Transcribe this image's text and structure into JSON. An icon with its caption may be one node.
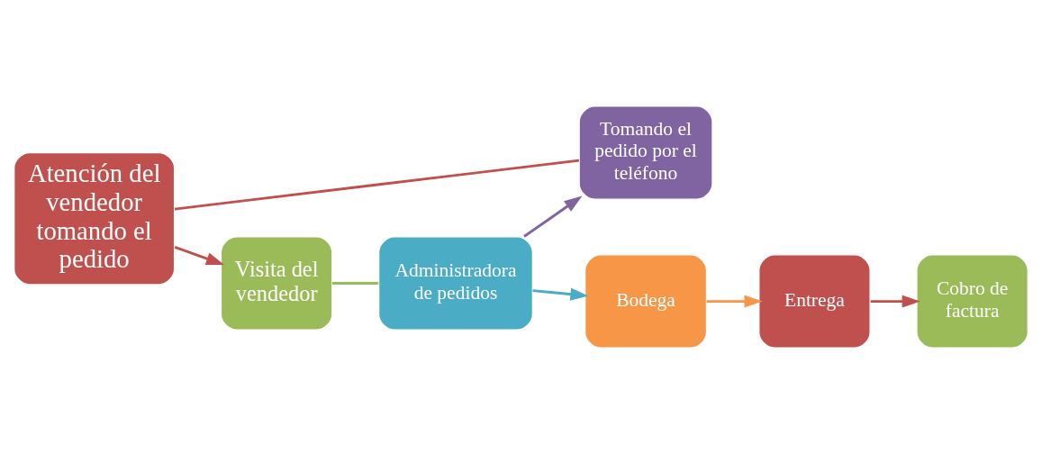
{
  "diagram": {
    "nodes": [
      {
        "text": [
          "Atención del vendedor tomando el pedido"
        ]
      },
      {
        "text": [
          "Tomando el pedido por el teléfono"
        ]
      },
      {
        "text": [
          "Visita del vendedor"
        ]
      },
      {
        "text": [
          "Administradora de pedidos"
        ]
      },
      {
        "text": [
          "Bodega"
        ]
      },
      {
        "text": [
          "Entrega"
        ]
      },
      {
        "text": [
          "Cobro de factura"
        ]
      }
    ],
    "edges": [
      {
        "from": 0,
        "to": 1,
        "arrow": "none"
      },
      {
        "from": 0,
        "to": 2,
        "arrow": "to"
      },
      {
        "from": 3,
        "to": 1,
        "arrow": "to",
        "color": "#8064a2"
      },
      {
        "from": 2,
        "to": 3,
        "arrow": "none",
        "color": "#9bbb59"
      },
      {
        "from": 3,
        "to": 4,
        "arrow": "to",
        "color": "#4bacc6"
      },
      {
        "from": 4,
        "to": 5,
        "arrow": "to",
        "color": "#f79646"
      },
      {
        "from": 5,
        "to": 6,
        "arrow": "to"
      }
    ]
  }
}
